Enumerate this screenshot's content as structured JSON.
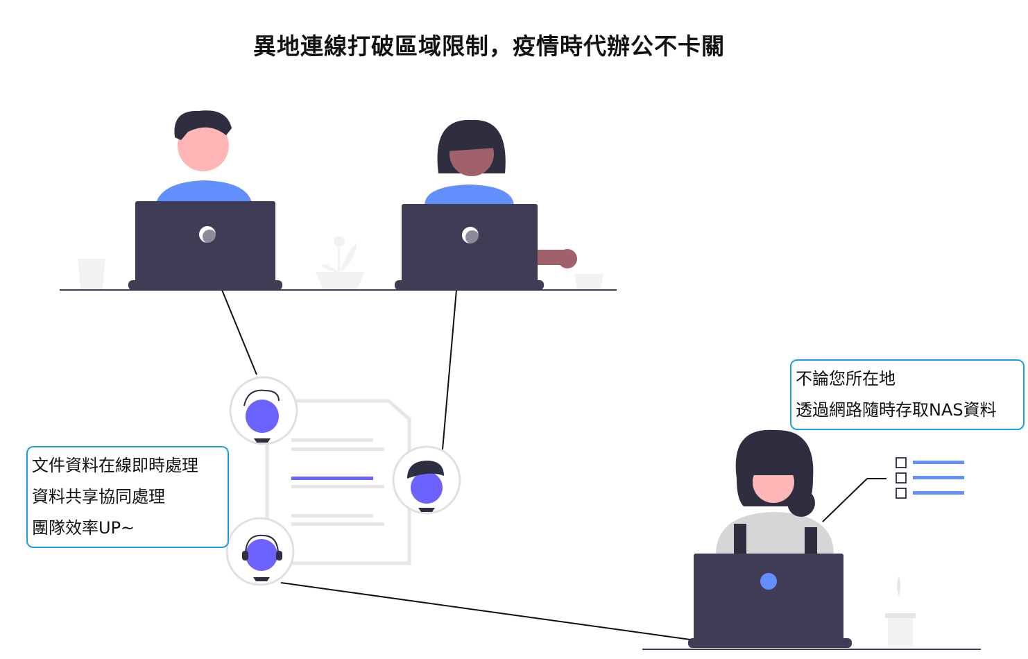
{
  "title": "異地連線打破區域限制，疫情時代辦公不卡關",
  "left_callout": {
    "lines": [
      "文件資料在線即時處理",
      "資料共享協同處理",
      "團隊效率UP~"
    ]
  },
  "right_callout": {
    "lines": [
      "不論您所在地",
      "透過網路隨時存取NAS資料"
    ]
  },
  "colors": {
    "laptop": "#3f3d56",
    "accent_blue": "#6190fc",
    "avatar_purple": "#6c63ff",
    "callout_border": "#1a9ee0",
    "skin": "#ffb6b6",
    "dark_skin": "#a0616a"
  }
}
